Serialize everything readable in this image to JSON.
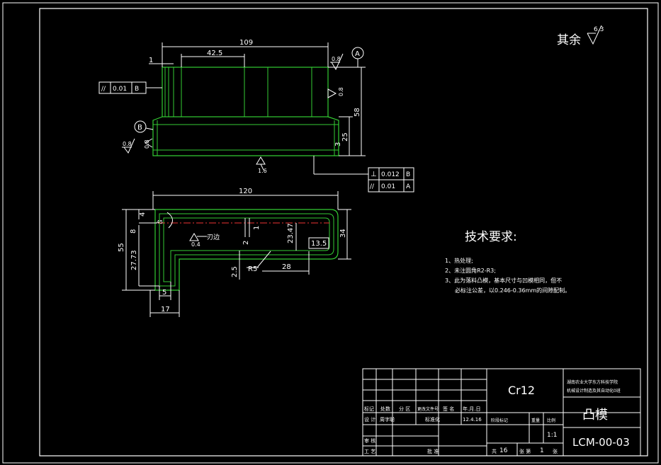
{
  "surface_finish_note": {
    "label": "其余",
    "value": "6.3"
  },
  "top_view": {
    "dim_overall": "109",
    "dim_step": "42.5",
    "dim_small": "1",
    "dim_height": "58",
    "dim_lower": "25",
    "dim_3": "3",
    "rough_top": "0.8",
    "rough_right": "0.8",
    "rough_left_a": "0.8",
    "rough_left_b": "0.8",
    "rough_bottom": "1.6",
    "datum_a": "A",
    "datum_b": "B",
    "fcf_parallel": {
      "symbol": "//",
      "tol": "0.01",
      "datum": "B"
    }
  },
  "bottom_fcf": [
    {
      "symbol": "⊥",
      "tol": "0.012",
      "datum": "B"
    },
    {
      "symbol": "//",
      "tol": "0.01",
      "datum": "A"
    }
  ],
  "section_view": {
    "dim_overall": "120",
    "dim_55": "55",
    "dim_34": "34",
    "dim_4": "4",
    "dim_8": "8",
    "dim_2773": "27.73",
    "dim_45": "45",
    "dim_1": "1",
    "dim_2": "2",
    "dim_2347": "23.47",
    "dim_135": "13.5",
    "dim_25": "2.5",
    "dim_r5": "R5",
    "dim_28": "28",
    "dim_5": "5",
    "dim_17": "17",
    "rough_value": "0.4",
    "rough_note": "刃边"
  },
  "tech_requirements": {
    "title": "技术要求:",
    "items": [
      "1、热处理;",
      "2、未注圆角R2-R3;",
      "3、此为落料凸模，基本尺寸与凹模相同，但不",
      "必标注公差，以0.246-0.36mm的间隙配制。"
    ]
  },
  "title_block": {
    "material": "Cr12",
    "school_line1": "湖南农业大学东方科技学院",
    "school_line2": "机械设计制造及其自动化0班",
    "part_name": "凸模",
    "drawing_no": "LCM-00-03",
    "headers": [
      "标记",
      "处数",
      "分 区",
      "更改文件号",
      "签 名",
      "年.月.日"
    ],
    "design_label": "设 计",
    "designer": "周字聪",
    "standardize_label": "标准化",
    "date": "12.4.16",
    "stage_label": "阶段标记",
    "weight_label": "重量",
    "scale_label": "比例",
    "scale": "1:1",
    "review_label": "审 核",
    "process_label": "工 艺",
    "approve_label": "批 准",
    "total_label": "共",
    "total_sheets": "16",
    "sheet_label": "张 第",
    "sheet_no": "1",
    "sheet_suffix": "张"
  }
}
